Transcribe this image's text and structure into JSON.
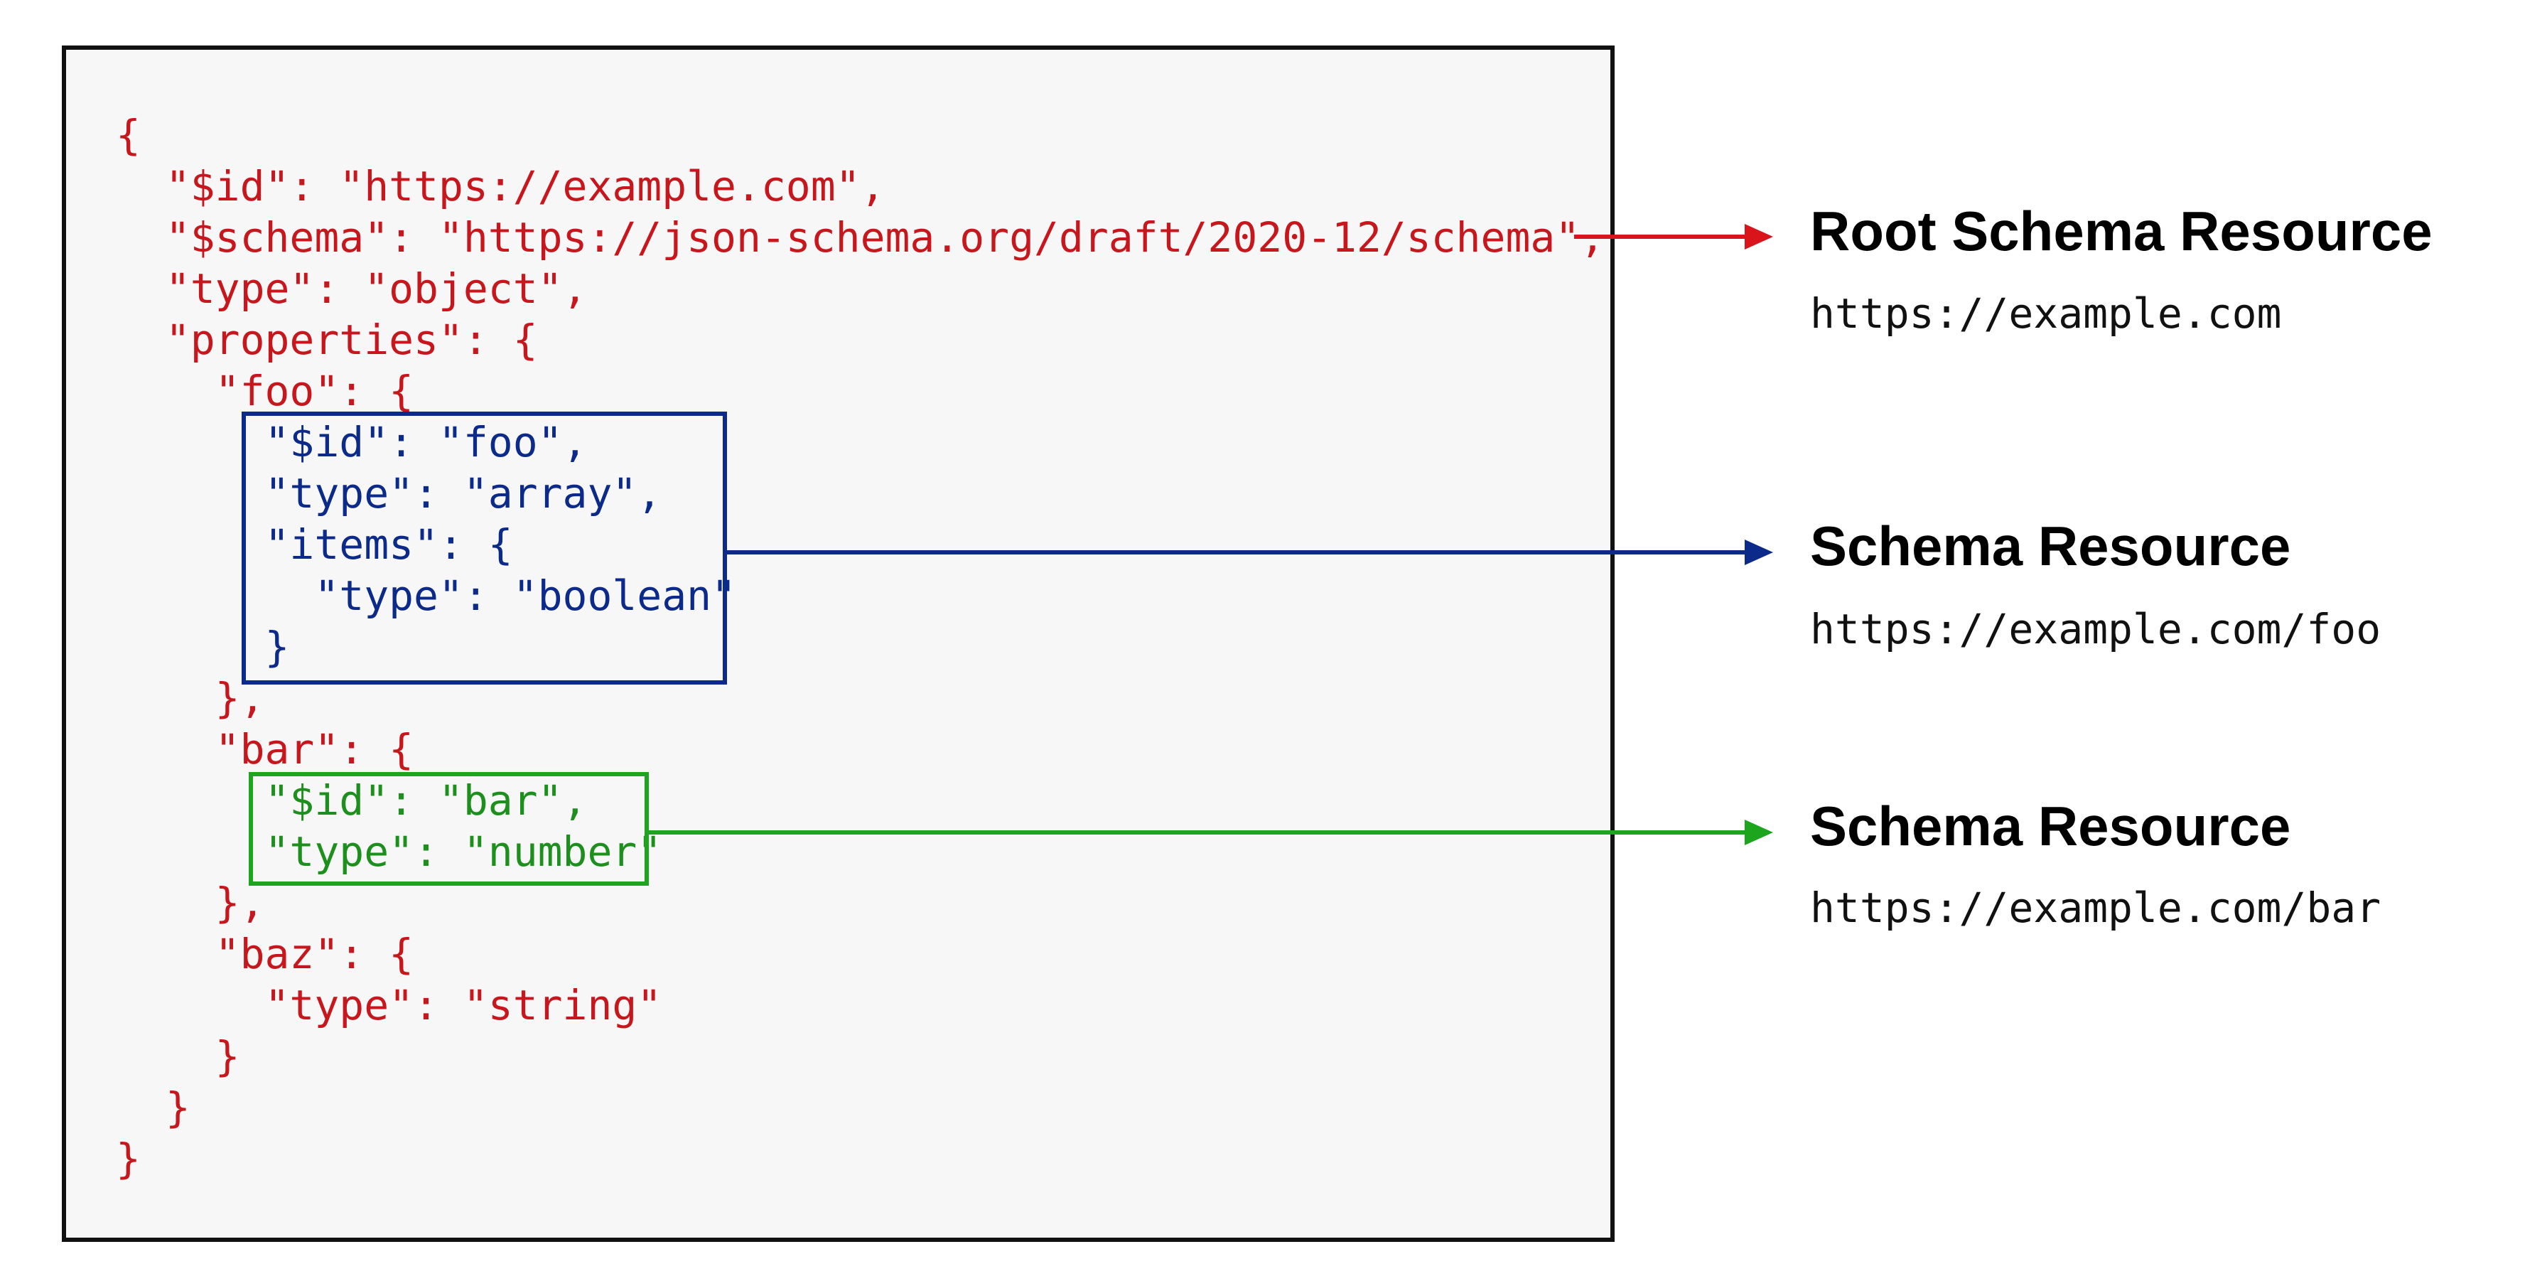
{
  "code": {
    "lines": [
      {
        "text": "{",
        "color": "red"
      },
      {
        "text": "  \"$id\": \"https://example.com\",",
        "color": "red"
      },
      {
        "text": "  \"$schema\": \"https://json-schema.org/draft/2020-12/schema\",",
        "color": "red"
      },
      {
        "text": "  \"type\": \"object\",",
        "color": "red"
      },
      {
        "text": "  \"properties\": {",
        "color": "red"
      },
      {
        "text": "    \"foo\": {",
        "color": "red"
      },
      {
        "text": "      \"$id\": \"foo\",",
        "color": "blue"
      },
      {
        "text": "      \"type\": \"array\",",
        "color": "blue"
      },
      {
        "text": "      \"items\": {",
        "color": "blue"
      },
      {
        "text": "        \"type\": \"boolean\"",
        "color": "blue"
      },
      {
        "text": "      }",
        "color": "blue"
      },
      {
        "text": "    },",
        "color": "red"
      },
      {
        "text": "    \"bar\": {",
        "color": "red"
      },
      {
        "text": "      \"$id\": \"bar\",",
        "color": "green"
      },
      {
        "text": "      \"type\": \"number\"",
        "color": "green"
      },
      {
        "text": "    },",
        "color": "red"
      },
      {
        "text": "    \"baz\": {",
        "color": "red"
      },
      {
        "text": "      \"type\": \"string\"",
        "color": "red"
      },
      {
        "text": "    }",
        "color": "red"
      },
      {
        "text": "  }",
        "color": "red"
      },
      {
        "text": "}",
        "color": "red"
      }
    ]
  },
  "resources": [
    {
      "title": "Root Schema Resource",
      "url": "https://example.com",
      "color": "#d9151b"
    },
    {
      "title": "Schema Resource",
      "url": "https://example.com/foo",
      "color": "#0b2a8a"
    },
    {
      "title": "Schema Resource",
      "url": "https://example.com/bar",
      "color": "#1da51d"
    }
  ],
  "colors": {
    "red": "#c8161d",
    "blue": "#0b2a8a",
    "green": "#1d8f1d",
    "box_border": "#111111",
    "box_background": "#f7f7f7"
  }
}
